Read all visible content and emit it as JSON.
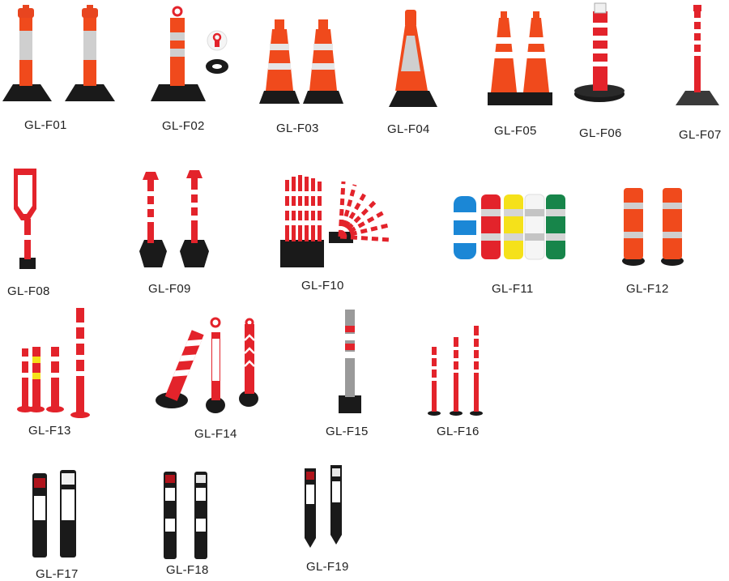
{
  "products": [
    {
      "code": "GL-F01"
    },
    {
      "code": "GL-F02"
    },
    {
      "code": "GL-F03"
    },
    {
      "code": "GL-F04"
    },
    {
      "code": "GL-F05"
    },
    {
      "code": "GL-F06"
    },
    {
      "code": "GL-F07"
    },
    {
      "code": "GL-F08"
    },
    {
      "code": "GL-F09"
    },
    {
      "code": "GL-F10"
    },
    {
      "code": "GL-F11"
    },
    {
      "code": "GL-F12"
    },
    {
      "code": "GL-F13"
    },
    {
      "code": "GL-F14"
    },
    {
      "code": "GL-F15"
    },
    {
      "code": "GL-F16"
    },
    {
      "code": "GL-F17"
    },
    {
      "code": "GL-F18"
    },
    {
      "code": "GL-F19"
    }
  ],
  "colors": {
    "orange": "#f04a1c",
    "red": "#e3232b",
    "white": "#ffffff",
    "silver": "#c9c9c9",
    "black": "#1a1a1a",
    "blue": "#1b87d6",
    "yellow": "#f5e11a",
    "green": "#17854a"
  }
}
